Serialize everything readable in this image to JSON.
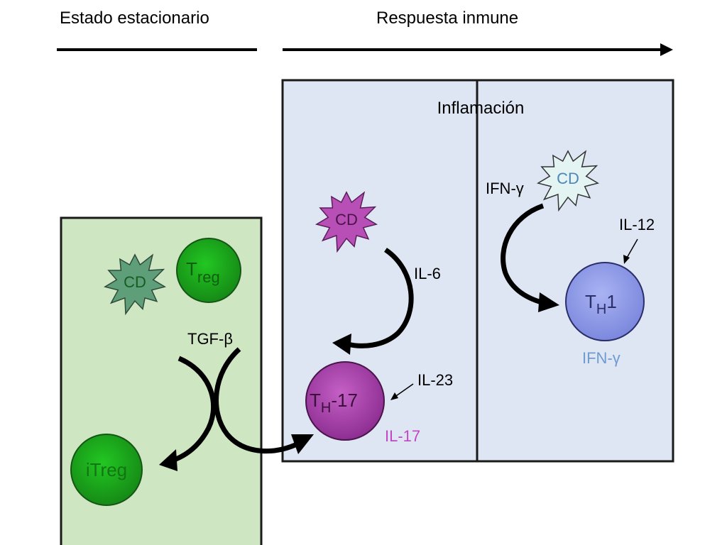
{
  "headers": {
    "steady_state": "Estado estacionario",
    "immune_response": "Respuesta inmune"
  },
  "panels": {
    "inflammation": "Inflamación"
  },
  "steady": {
    "cd": "CD",
    "treg_main": "T",
    "treg_sub": "reg",
    "tgf": "TGF-β",
    "itreg": "iTreg"
  },
  "th17": {
    "cd": "CD",
    "il6": "IL-6",
    "il23": "IL-23",
    "cell_main": "T",
    "cell_sub": "H",
    "cell_suffix": "-17",
    "il17": "IL-17"
  },
  "th1": {
    "cd": "CD",
    "ifn_in": "IFN-γ",
    "il12": "IL-12",
    "cell_main": "T",
    "cell_sub": "H",
    "cell_suffix": "1",
    "ifn_out": "IFN-γ"
  },
  "colors": {
    "green_panel": "#cfe6c2",
    "blue_panel": "#dfe6f3",
    "magenta": "#a23aa6",
    "th1_blue": "#8f9ae8",
    "green_cell": "#1f9a1f"
  }
}
